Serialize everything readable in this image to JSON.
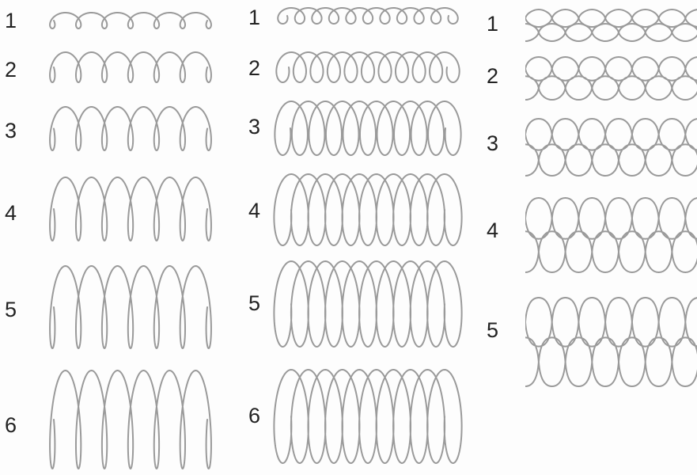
{
  "columns": [
    {
      "style": "single-loop",
      "rows": [
        {
          "label": "1",
          "loops": 6
        },
        {
          "label": "2",
          "loops": 6
        },
        {
          "label": "3",
          "loops": 6
        },
        {
          "label": "4",
          "loops": 6
        },
        {
          "label": "5",
          "loops": 6
        },
        {
          "label": "6",
          "loops": 6
        }
      ]
    },
    {
      "style": "overlapping-loop",
      "rows": [
        {
          "label": "1",
          "loops": 10
        },
        {
          "label": "2",
          "loops": 10
        },
        {
          "label": "3",
          "loops": 10
        },
        {
          "label": "4",
          "loops": 10
        },
        {
          "label": "5",
          "loops": 10
        },
        {
          "label": "6",
          "loops": 10
        }
      ]
    },
    {
      "style": "mesh",
      "rows": [
        {
          "label": "1",
          "cells": 7
        },
        {
          "label": "2",
          "cells": 7
        },
        {
          "label": "3",
          "cells": 7
        },
        {
          "label": "4",
          "cells": 7
        },
        {
          "label": "5",
          "cells": 7
        }
      ]
    }
  ],
  "colors": {
    "stroke": "#9a9a9a",
    "label": "#222222",
    "background": "#fdfdfd"
  }
}
